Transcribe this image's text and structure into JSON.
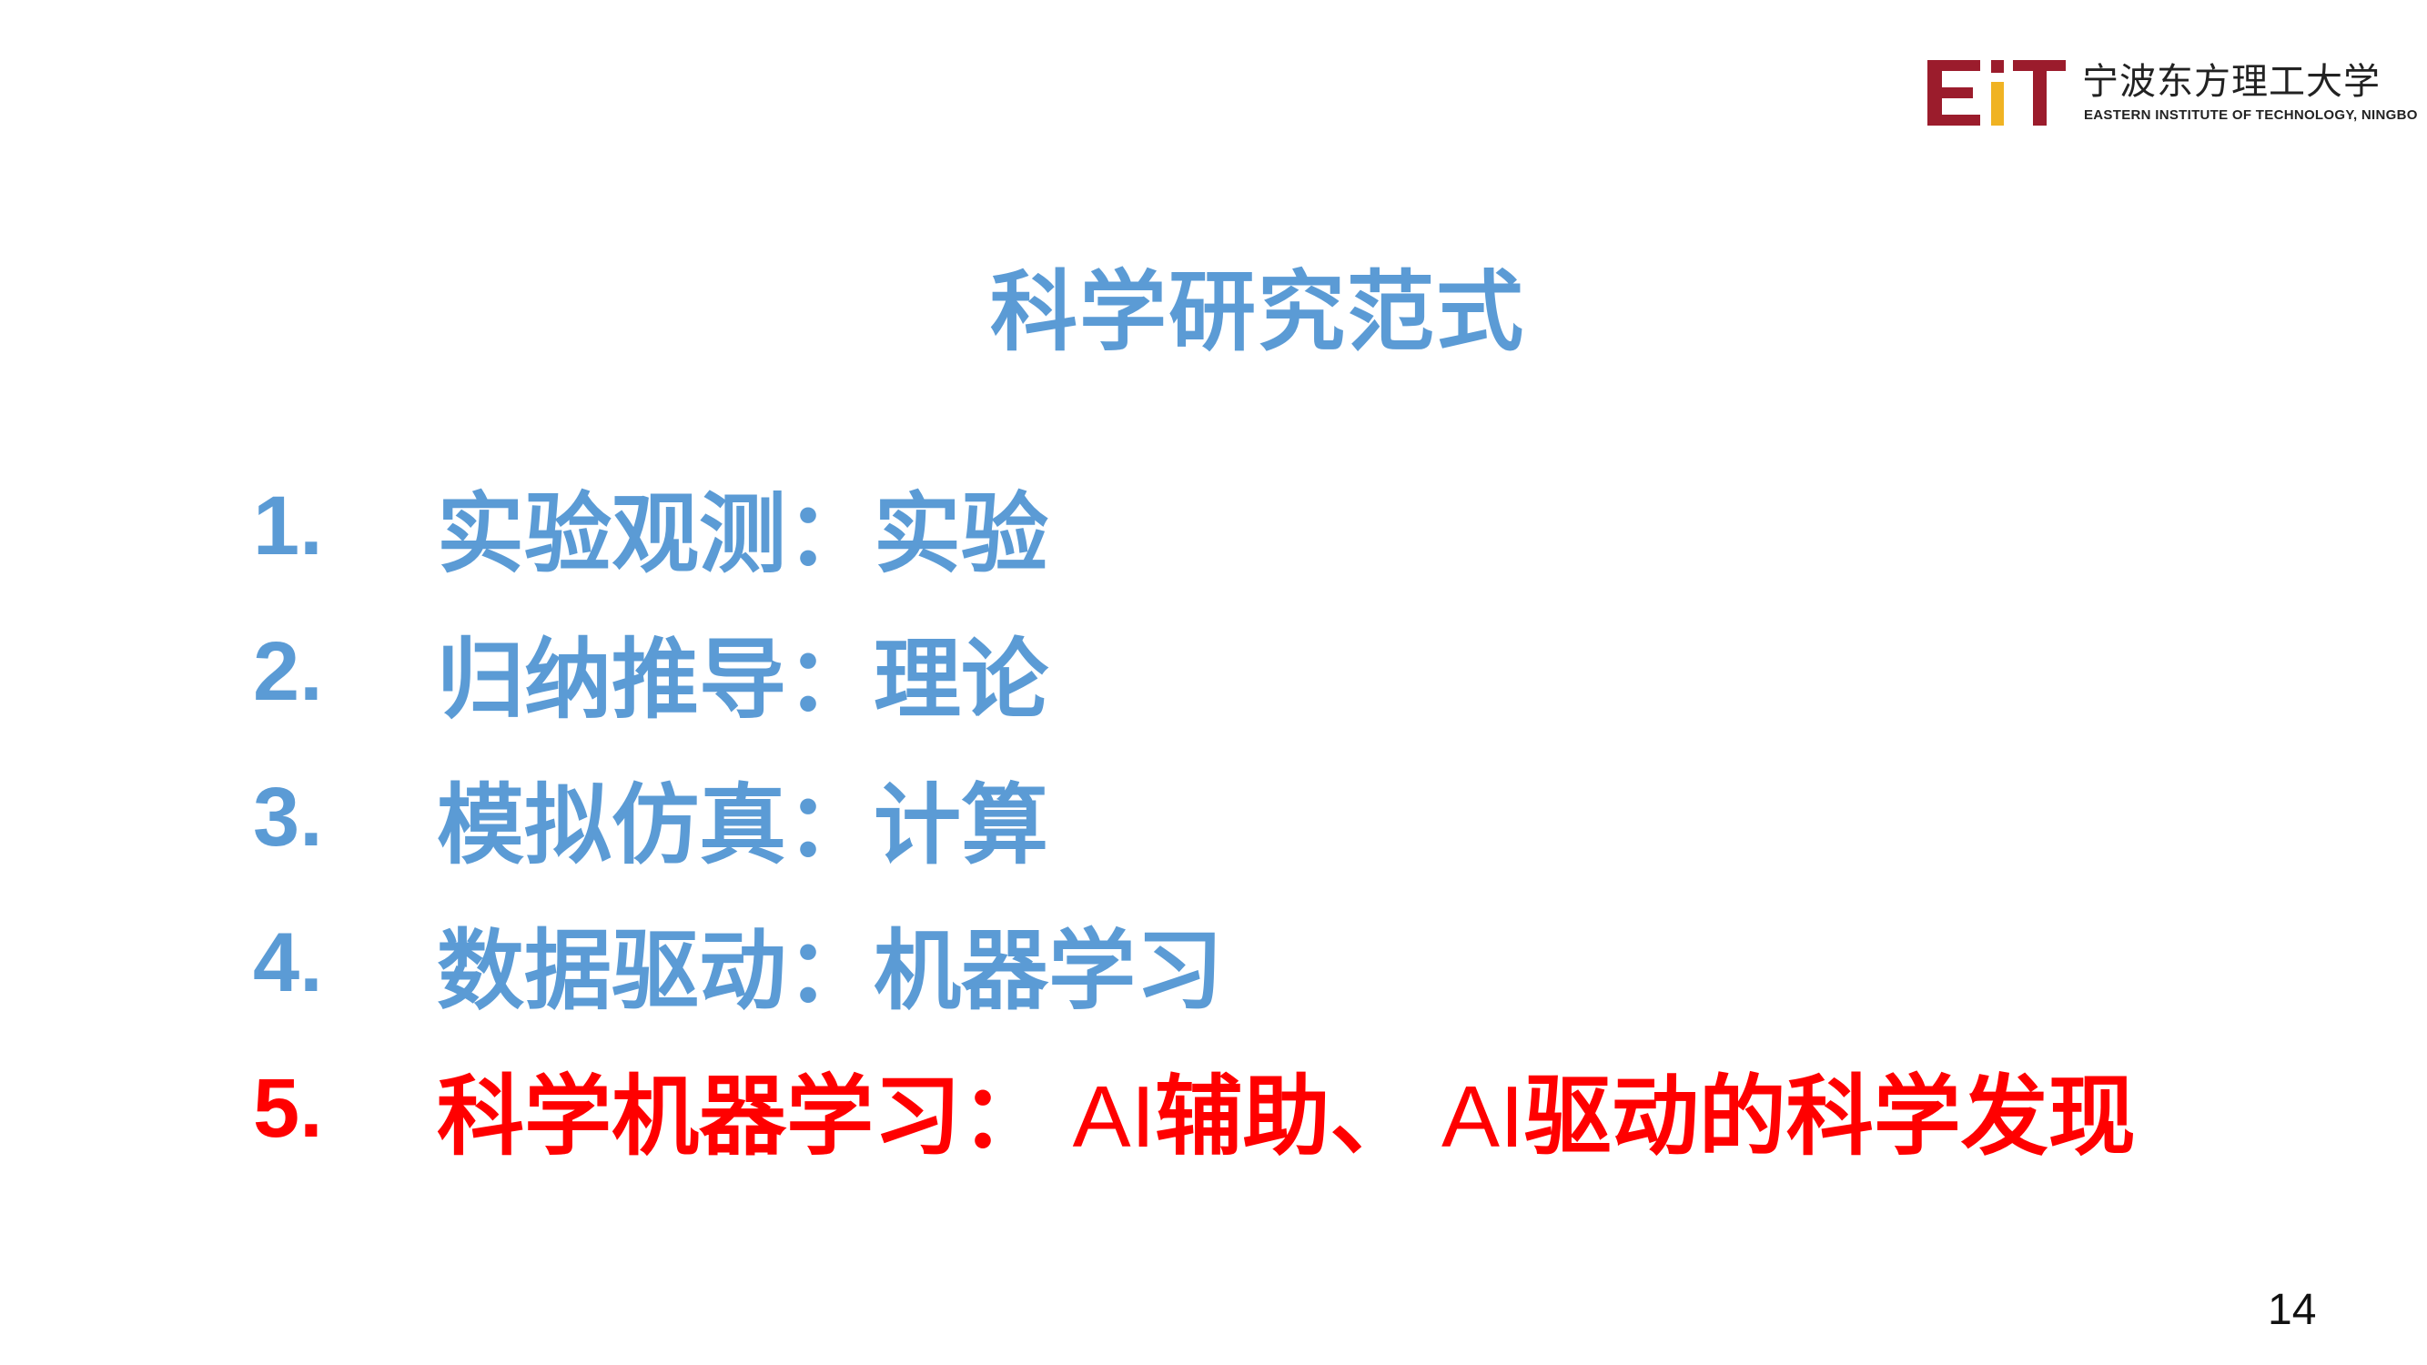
{
  "logo": {
    "mark_text": "EiT",
    "name_cn": "宁波东方理工大学",
    "name_en": "EASTERN INSTITUTE OF TECHNOLOGY, NINGBO",
    "colors": {
      "primary": "#9b1c2c",
      "accent": "#f0b323"
    }
  },
  "slide": {
    "title": "科学研究范式",
    "page_number": "14"
  },
  "colors": {
    "list_default": "#5b9bd5",
    "list_highlight": "#ff0000"
  },
  "paradigms": [
    {
      "number": "1.",
      "text": "实验观测：实验"
    },
    {
      "number": "2.",
      "text": "归纳推导：理论"
    },
    {
      "number": "3.",
      "text": "模拟仿真：计算"
    },
    {
      "number": "4.",
      "text": "数据驱动：机器学习"
    },
    {
      "number": "5.",
      "text_part1": "科学机器学习：",
      "ai_1": " AI",
      "text_part2": "辅助、",
      "ai_2": " AI",
      "text_part3": "驱动的科学发现",
      "highlighted": true
    }
  ]
}
